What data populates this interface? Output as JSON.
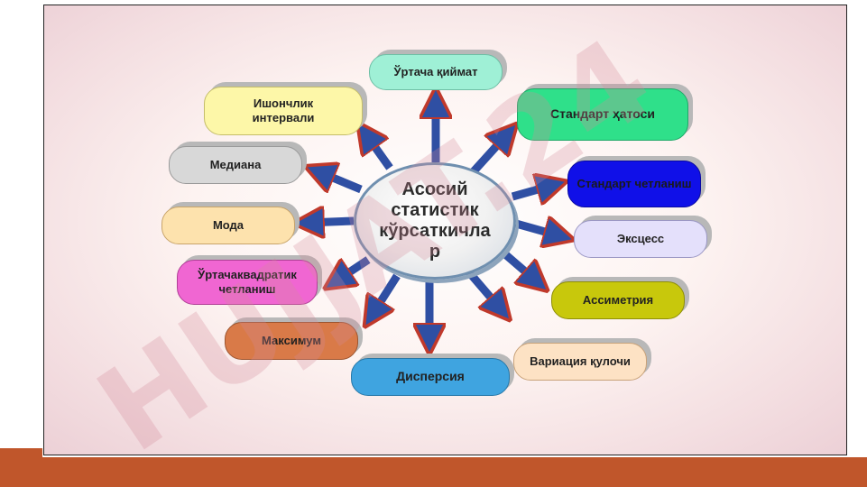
{
  "diagram": {
    "center_label": "Асосий статистик кўрсаткичла р",
    "nodes": {
      "urtacha_qiymat": "Ўртача қиймат",
      "standart_xatosi": "Стандарт ҳатоси",
      "standart_chetlanish": "Стандарт четланиш",
      "eksess": "Эксцесс",
      "assimetriya": "Ассиметрия",
      "variatsiya_qulochi": "Вариация қулочи",
      "dispersiya": "Дисперсия",
      "maksimum": "Максимум",
      "urtachakvadratik_line1": "Ўртачаквадратик",
      "urtachakvadratik_line2": "четланиш",
      "moda": "Мода",
      "mediana": "Медиана",
      "ishonchlik_line1": "Ишончлик",
      "ishonchlik_line2": "интервали"
    },
    "colors": {
      "arrow_fill": "#2f4fa3",
      "arrow_outline": "#c0392b",
      "bottom_bar": "#c0562b"
    }
  }
}
